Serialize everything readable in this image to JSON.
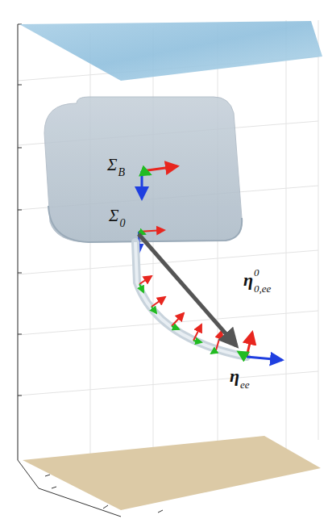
{
  "diagram": {
    "labels": [
      "Σ",
      "B",
      "Σ",
      "0",
      "η",
      "0",
      "0,ee",
      "η",
      "ee"
    ]
  }
}
